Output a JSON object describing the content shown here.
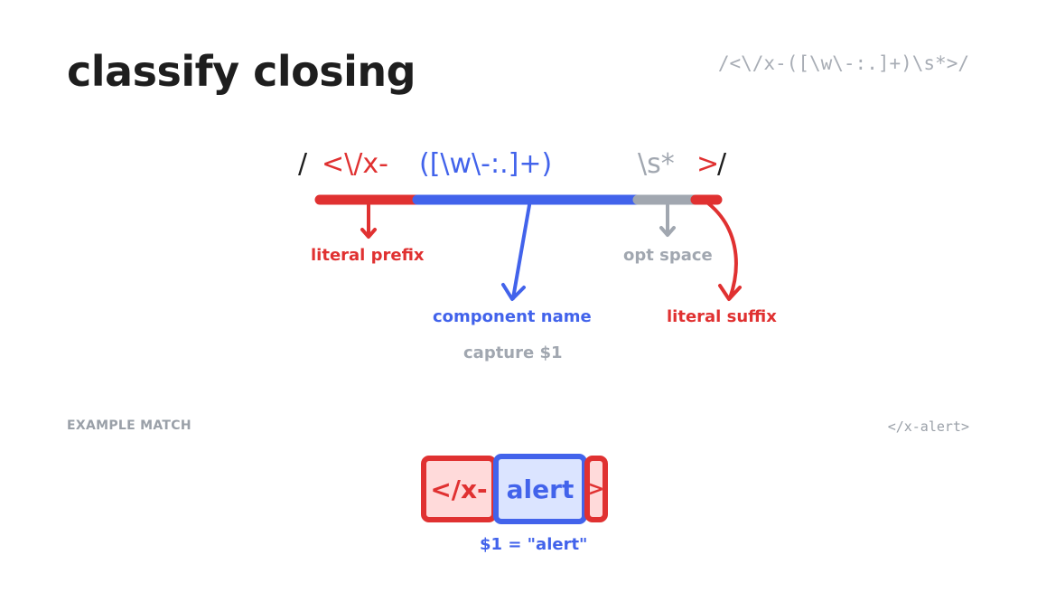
{
  "title": "classify closing",
  "regex": "/<\\/x-([\\w\\-:.]+)\\s*>/",
  "tokens": {
    "open_slash": "/",
    "prefix": "<\\/x-",
    "group": "([\\w\\-:.]+)",
    "space": "\\s*",
    "suffix": ">",
    "close_slash": "/"
  },
  "labels": {
    "prefix": "literal prefix",
    "group": "component name",
    "capture": "capture $1",
    "space": "opt space",
    "suffix": "literal suffix"
  },
  "example": {
    "heading": "EXAMPLE MATCH",
    "text": "</x-alert>",
    "parts": {
      "prefix": "</x-",
      "name": "alert",
      "suffix": ">"
    },
    "result": "$1 = \"alert\""
  },
  "colors": {
    "red": "#e03131",
    "blue": "#4263eb",
    "gray": "#a1a7b0",
    "dark": "#1e1e1e"
  }
}
